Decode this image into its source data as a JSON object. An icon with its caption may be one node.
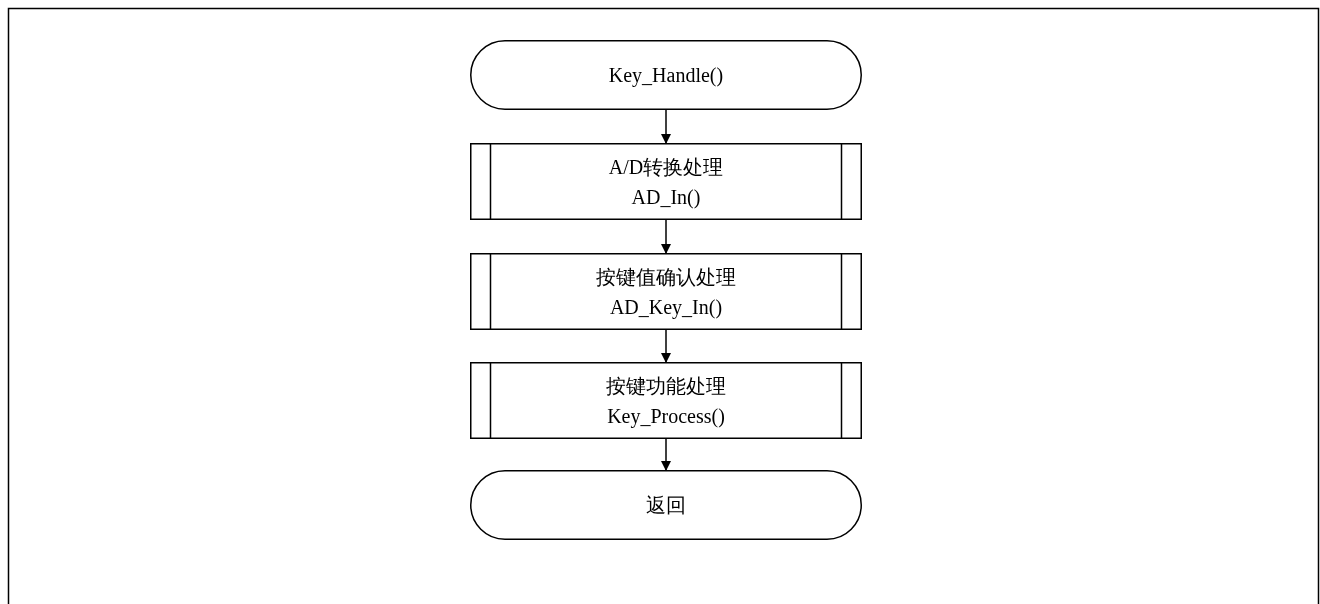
{
  "diagram": {
    "nodes": [
      {
        "text": [
          "Key_Handle()"
        ]
      },
      {
        "text": [
          "A/D转换处理",
          "AD_In()"
        ]
      },
      {
        "text": [
          "按键值确认处理",
          "AD_Key_In()"
        ]
      },
      {
        "text": [
          "按键功能处理",
          "Key_Process()"
        ]
      },
      {
        "text": [
          "返回"
        ]
      }
    ],
    "edges": [
      {
        "from": 0,
        "to": 1,
        "arrow": "to"
      },
      {
        "from": 1,
        "to": 2,
        "arrow": "to"
      },
      {
        "from": 2,
        "to": 3,
        "arrow": "to"
      },
      {
        "from": 3,
        "to": 4,
        "arrow": "to"
      }
    ]
  }
}
